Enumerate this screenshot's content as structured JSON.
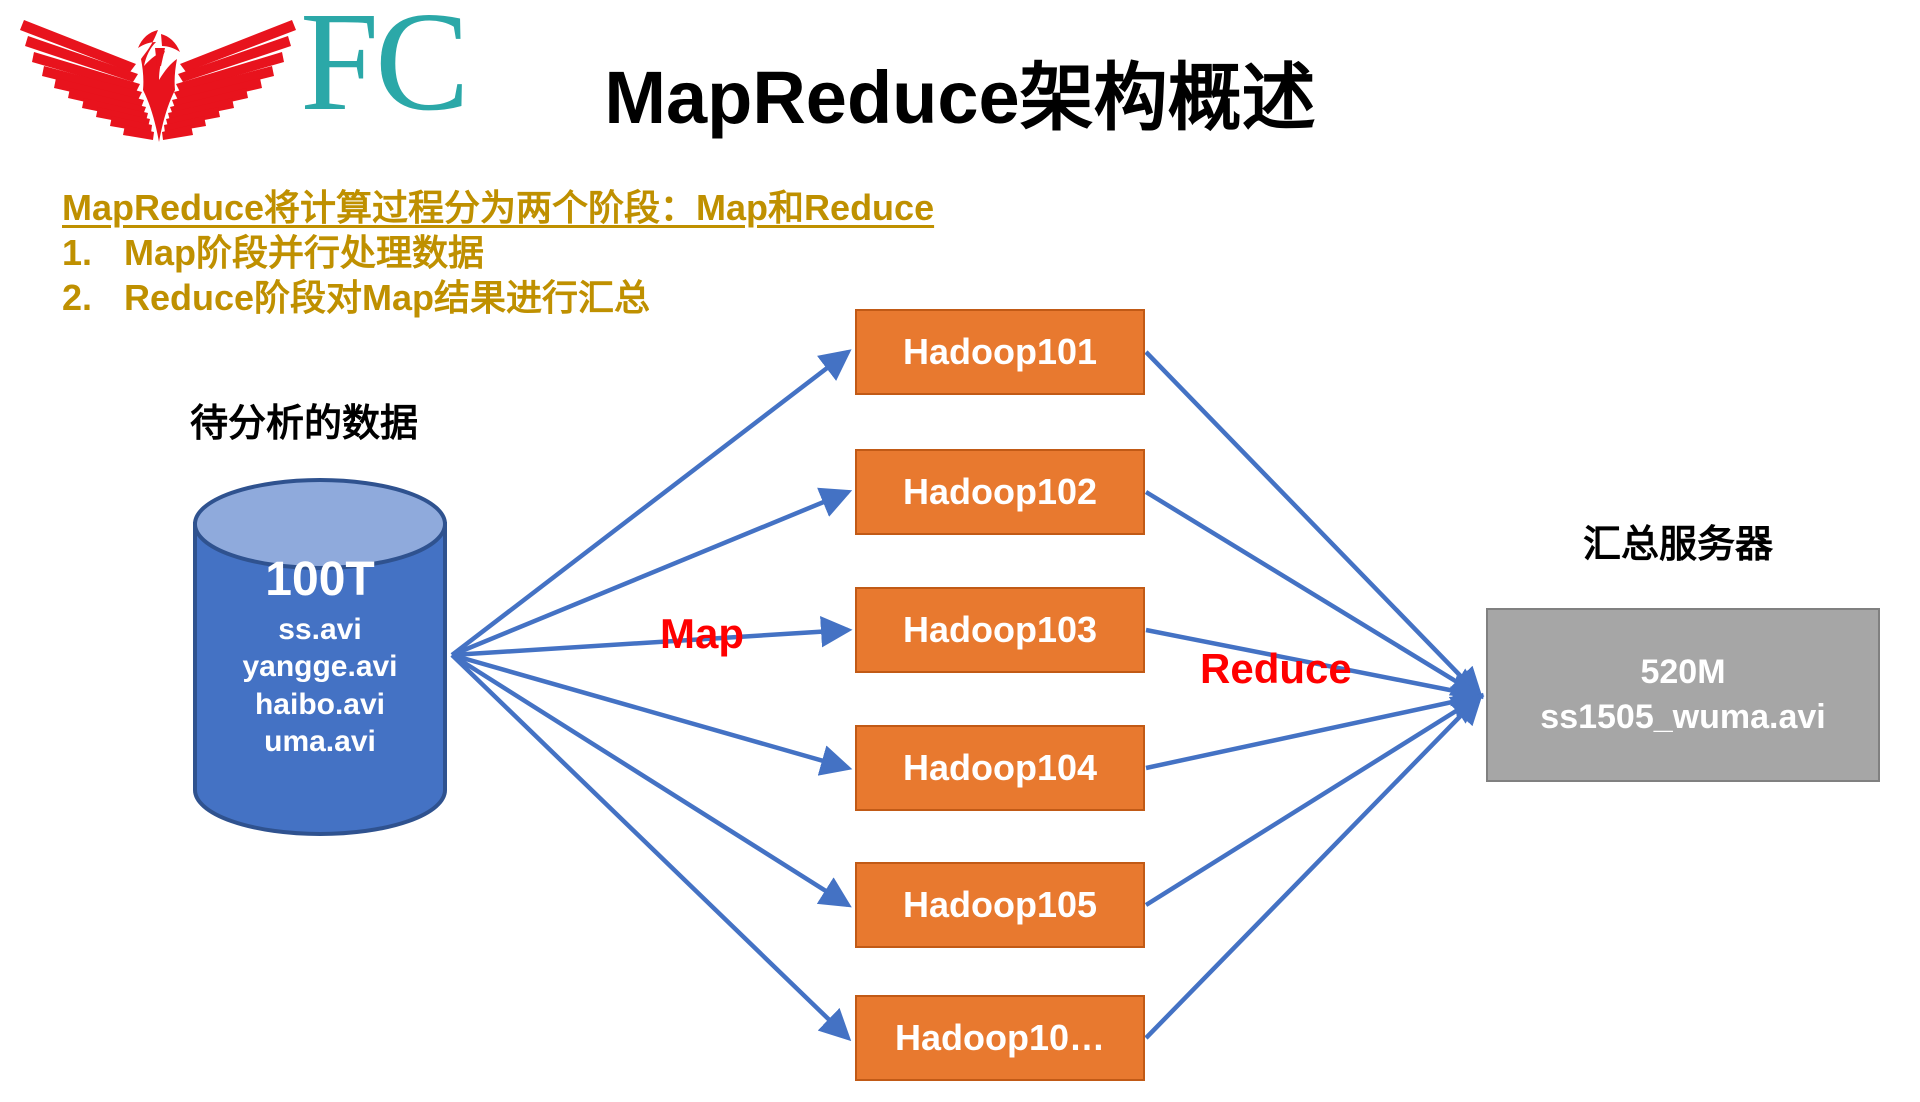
{
  "logo": {
    "icon": "eagle-logo-icon",
    "wordmark": "FC",
    "eagle_color": "#E8131D",
    "wordmark_color": "#2BA8A8"
  },
  "title": "MapReduce架构概述",
  "bullets": {
    "heading": "MapReduce将计算过程分为两个阶段：Map和Reduce",
    "color": "#BF9000",
    "items": [
      {
        "num": "1.",
        "text": "Map阶段并行处理数据"
      },
      {
        "num": "2.",
        "text": "Reduce阶段对Map结果进行汇总"
      }
    ]
  },
  "diagram": {
    "source": {
      "label": "待分析的数据",
      "size": "100T",
      "files": [
        "ss.avi",
        "yangge.avi",
        "haibo.avi",
        "uma.avi"
      ],
      "body_color": "#4472C4",
      "top_color": "#8FAADC",
      "border_color": "#2F528F"
    },
    "workers": [
      {
        "label": "Hadoop101"
      },
      {
        "label": "Hadoop102"
      },
      {
        "label": "Hadoop103"
      },
      {
        "label": "Hadoop104"
      },
      {
        "label": "Hadoop105"
      },
      {
        "label": "Hadoop10…"
      }
    ],
    "worker_color": "#E8792F",
    "worker_border_color": "#C15A16",
    "arrow_color": "#4472C4",
    "stages": {
      "map": "Map",
      "reduce": "Reduce",
      "color": "#FF0000"
    },
    "result": {
      "label": "汇总服务器",
      "size": "520M",
      "file": "ss1505_wuma.avi",
      "box_color": "#A6A6A6",
      "border_color": "#808080"
    }
  }
}
